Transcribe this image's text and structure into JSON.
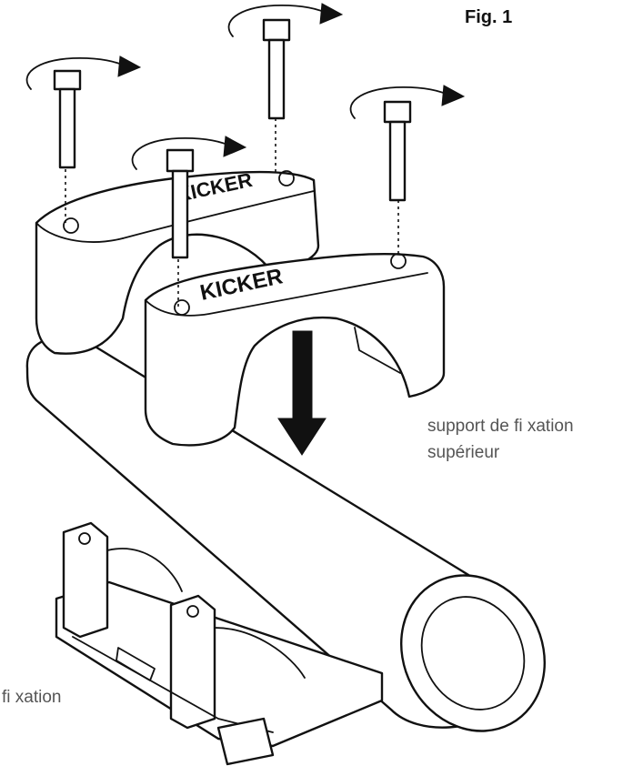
{
  "figure": {
    "label": "Fig. 1",
    "brand_text": "KICKER",
    "callouts": {
      "upper_mount_line1": "support de fi xation",
      "upper_mount_line2": "supérieur",
      "lower_mount": "fi xation"
    }
  },
  "icons": [
    "rotation-arrow-icon",
    "down-arrow-icon",
    "bolt-icon"
  ]
}
